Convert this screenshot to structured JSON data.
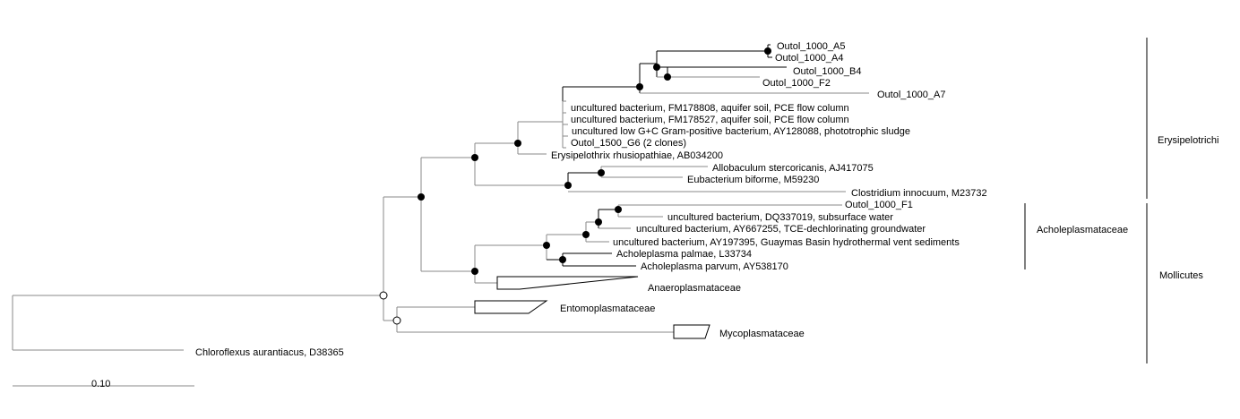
{
  "taxa": {
    "a5": "Outol_1000_A5",
    "a4": "Outol_1000_A4",
    "b4": "Outol_1000_B4",
    "f2": "Outol_1000_F2",
    "a7": "Outol_1000_A7",
    "fm178808": "uncultured bacterium, FM178808, aquifer soil, PCE flow column",
    "fm178527": "uncultured bacterium, FM178527, aquifer soil, PCE flow column",
    "ay128088": "uncultured low G+C Gram-positive bacterium, AY128088, phototrophic sludge",
    "g6": "Outol_1500_G6 (2 clones)",
    "erysipelothrix": "Erysipelothrix rhusiopathiae, AB034200",
    "allobaculum": "Allobaculum stercoricanis, AJ417075",
    "eubacterium": "Eubacterium biforme, M59230",
    "clostridium": "Clostridium innocuum, M23732",
    "f1": "Outol_1000_F1",
    "dq337019": "uncultured bacterium, DQ337019, subsurface water",
    "ay667255": "uncultured bacterium, AY667255, TCE-dechlorinating groundwater",
    "ay197395": "uncultured bacterium, AY197395, Guaymas Basin hydrothermal vent sediments",
    "palmae": "Acholeplasma palmae, L33734",
    "parvum": "Acholeplasma parvum, AY538170",
    "chloroflexus": "Chloroflexus aurantiacus, D38365"
  },
  "collapsed": {
    "anaeroplasmataceae": "Anaeroplasmataceae",
    "entomoplasmataceae": "Entomoplasmataceae",
    "mycoplasmataceae": "Mycoplasmataceae"
  },
  "groups": {
    "erysipelotrichi": "Erysipelotrichi",
    "acholeplasmataceae": "Acholeplasmataceae",
    "mollicutes": "Mollicutes"
  },
  "scale_bar": {
    "label": "0.10"
  }
}
